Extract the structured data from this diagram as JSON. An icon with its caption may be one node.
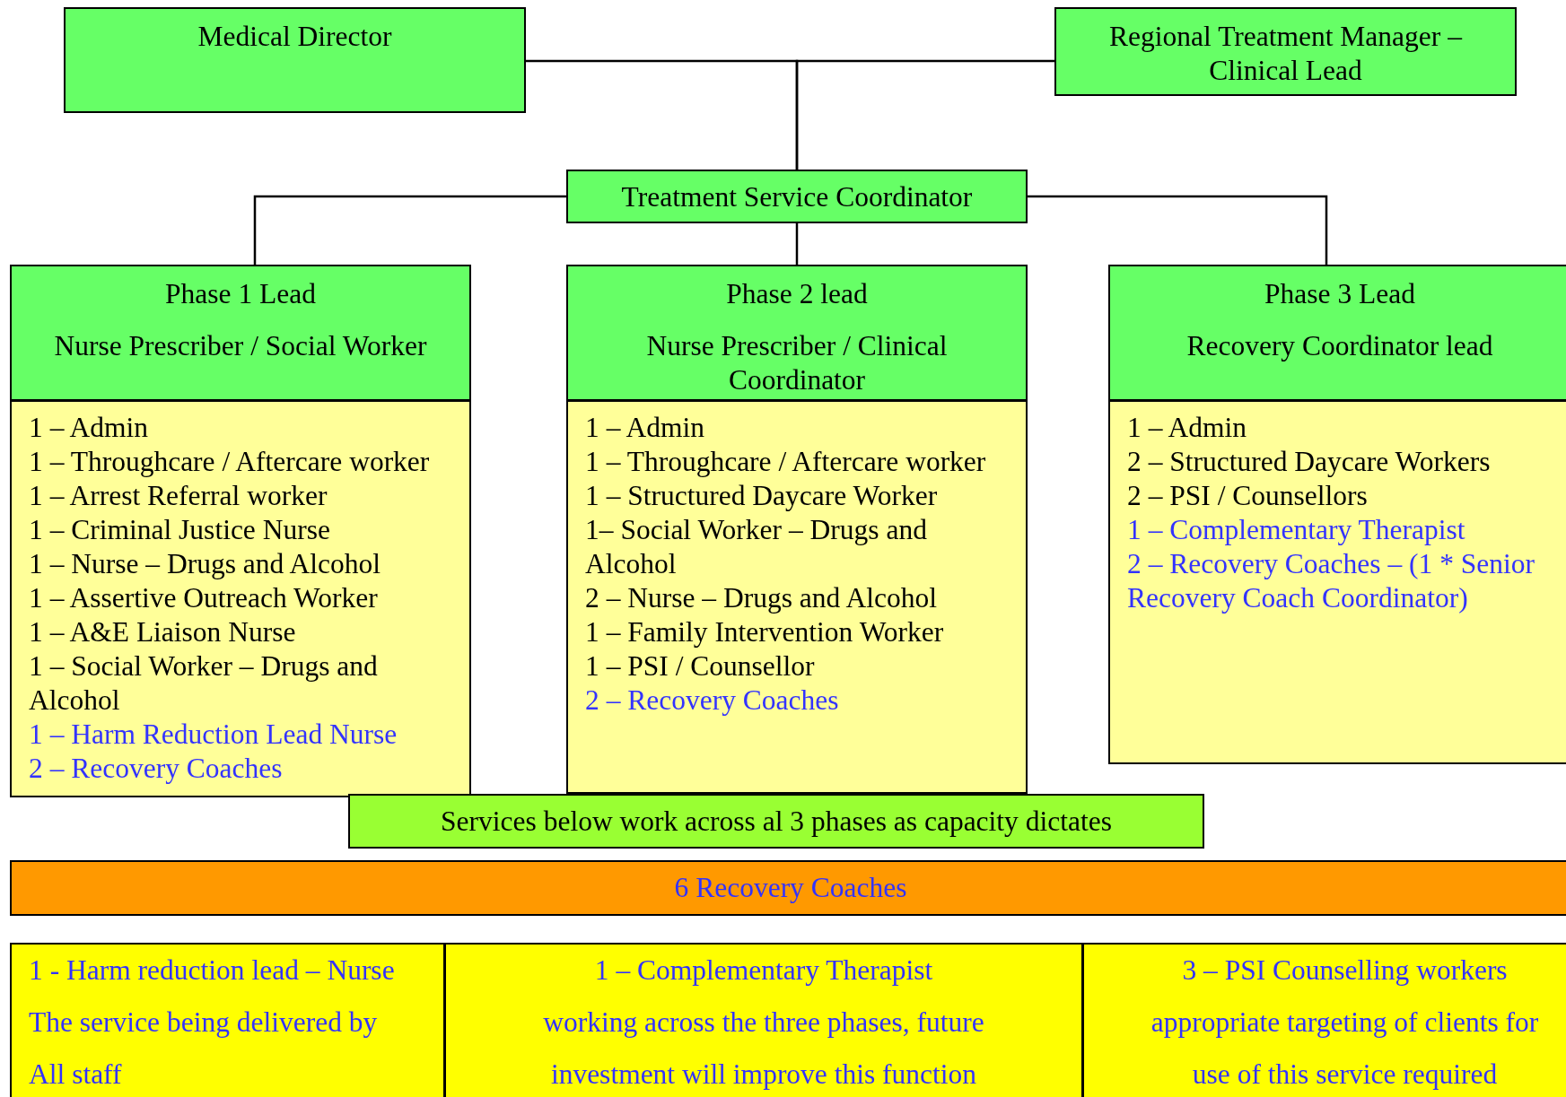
{
  "diagram": {
    "nodes": [
      {
        "text": [
          "Medical Director"
        ]
      },
      {
        "text": [
          "Regional Treatment Manager – Clinical Lead"
        ]
      },
      {
        "text": [
          "Treatment Service Coordinator"
        ]
      },
      {
        "text": [
          "Phase 1 Lead",
          "Nurse Prescriber / Social Worker"
        ]
      },
      {
        "text": [
          "1 – Admin",
          "1 – Throughcare / Aftercare worker",
          "1 – Arrest Referral worker",
          "1 – Criminal Justice Nurse",
          "1 – Nurse – Drugs and Alcohol",
          "1 – Assertive Outreach Worker",
          "1 – A&E Liaison Nurse",
          "1 – Social Worker – Drugs and Alcohol",
          "1 – Harm Reduction Lead Nurse",
          "2 – Recovery Coaches"
        ]
      },
      {
        "text": [
          "Phase 2 lead",
          "Nurse Prescriber / Clinical Coordinator"
        ]
      },
      {
        "text": [
          "1 – Admin",
          "1 – Throughcare / Aftercare worker",
          "1 – Structured Daycare Worker",
          "1– Social Worker – Drugs and Alcohol",
          "2 – Nurse – Drugs and Alcohol",
          "1 – Family Intervention Worker",
          "1 – PSI / Counsellor",
          "2 – Recovery Coaches"
        ]
      },
      {
        "text": [
          "Phase 3 Lead",
          "Recovery Coordinator lead"
        ]
      },
      {
        "text": [
          "1 – Admin",
          "2 – Structured Daycare Workers",
          "2 – PSI / Counsellors",
          "1 – Complementary Therapist",
          "2 – Recovery Coaches – (1 * Senior Recovery Coach Coordinator)"
        ]
      },
      {
        "text": [
          "Services below work across al 3 phases as capacity dictates"
        ]
      },
      {
        "text": [
          "6 Recovery Coaches"
        ]
      },
      {
        "text": [
          "1 - Harm reduction lead – Nurse",
          "The service being delivered by All staff"
        ]
      },
      {
        "text": [
          "1 – Complementary Therapist",
          "working across the three phases, future investment will improve this function"
        ]
      },
      {
        "text": [
          "3 – PSI Counselling workers",
          "appropriate targeting of clients for use of this service required"
        ]
      }
    ],
    "edges": [
      {
        "from": 0,
        "to": 2,
        "arrow": "none"
      },
      {
        "from": 1,
        "to": 2,
        "arrow": "none"
      },
      {
        "from": 2,
        "to": 3,
        "arrow": "none"
      },
      {
        "from": 2,
        "to": 5,
        "arrow": "none"
      },
      {
        "from": 2,
        "to": 7,
        "arrow": "none"
      }
    ]
  }
}
